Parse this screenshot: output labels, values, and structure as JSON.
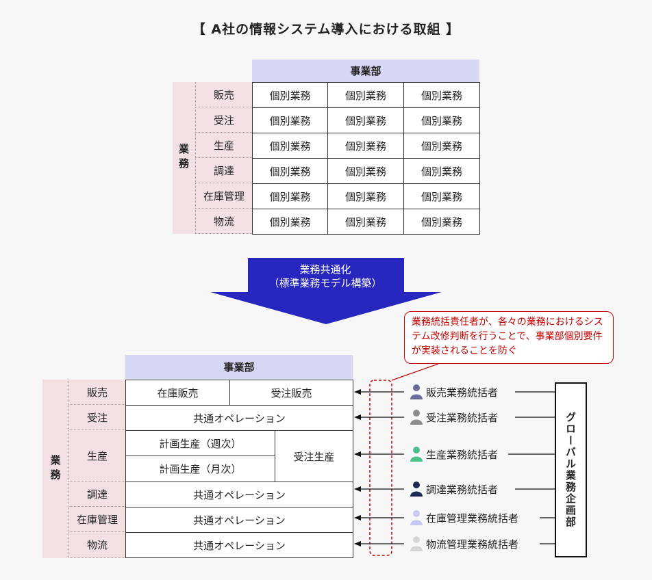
{
  "title": "【 A社の情報システム導入における取組 】",
  "top_table": {
    "header": "事業部",
    "side_label": "業務",
    "rows": [
      {
        "label": "販売",
        "cells": [
          "個別業務",
          "個別業務",
          "個別業務"
        ]
      },
      {
        "label": "受注",
        "cells": [
          "個別業務",
          "個別業務",
          "個別業務"
        ]
      },
      {
        "label": "生産",
        "cells": [
          "個別業務",
          "個別業務",
          "個別業務"
        ]
      },
      {
        "label": "調達",
        "cells": [
          "個別業務",
          "個別業務",
          "個別業務"
        ]
      },
      {
        "label": "在庫管理",
        "cells": [
          "個別業務",
          "個別業務",
          "個別業務"
        ]
      },
      {
        "label": "物流",
        "cells": [
          "個別業務",
          "個別業務",
          "個別業務"
        ]
      }
    ]
  },
  "arrow": {
    "line1": "業務共通化",
    "line2": "（標準業務モデル構築）"
  },
  "callout": "業務統括責任者が、各々の業務におけるシステム改修判断を行うことで、事業部個別要件が実装されることを防ぐ",
  "bottom_table": {
    "header": "事業部",
    "side_label": "業務",
    "row_labels": [
      "販売",
      "受注",
      "生産",
      "調達",
      "在庫管理",
      "物流"
    ],
    "cells": {
      "hanbai_left": "在庫販売",
      "hanbai_right": "受注販売",
      "juchu": "共通オペレーション",
      "seisan_week": "計画生産（週次）",
      "seisan_month": "計画生産（月次）",
      "seisan_order": "受注生産",
      "chotatsu": "共通オペレーション",
      "zaiko": "共通オペレーション",
      "butsuryu": "共通オペレーション"
    }
  },
  "owners": [
    {
      "label": "販売業務統括者",
      "color": "#6b6b9c"
    },
    {
      "label": "受注業務統括者",
      "color": "#8c8c8c"
    },
    {
      "label": "生産業務統括者",
      "color": "#4fbf8f"
    },
    {
      "label": "調達業務統括者",
      "color": "#1f2a55"
    },
    {
      "label": "在庫管理業務統括者",
      "color": "#c8c8f0"
    },
    {
      "label": "物流管理業務統括者",
      "color": "#d6d6d6"
    }
  ],
  "global_dept": "グローバル業務企画部"
}
